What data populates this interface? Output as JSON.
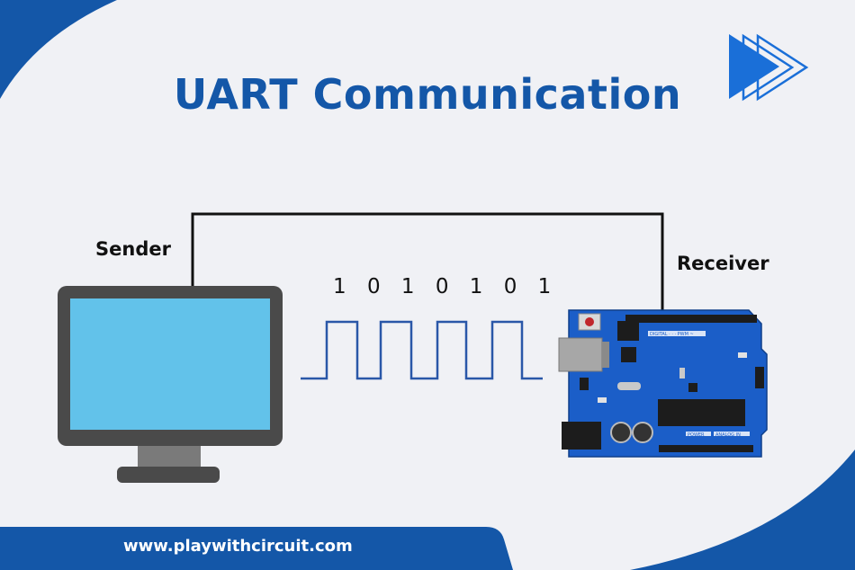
{
  "title": "UART Communication",
  "sender_label": "Sender",
  "receiver_label": "Receiver",
  "bit_sequence": "1 0 1 0 1 0 1",
  "footer_url": "www.playwithcircuit.com",
  "board_labels": {
    "digital": "DIGITAL · · · PWM ~",
    "power": "POWER",
    "analog": "ANALOG IN"
  },
  "icons": {
    "logo": "play-arrow-icon",
    "sender": "computer-monitor-icon",
    "receiver": "arduino-board-icon"
  },
  "colors": {
    "background": "#f0f1f5",
    "accent_blue": "#1457a8",
    "screen": "#62c2ea",
    "board": "#1b5ec8",
    "monitor": "#4a4a4a"
  }
}
